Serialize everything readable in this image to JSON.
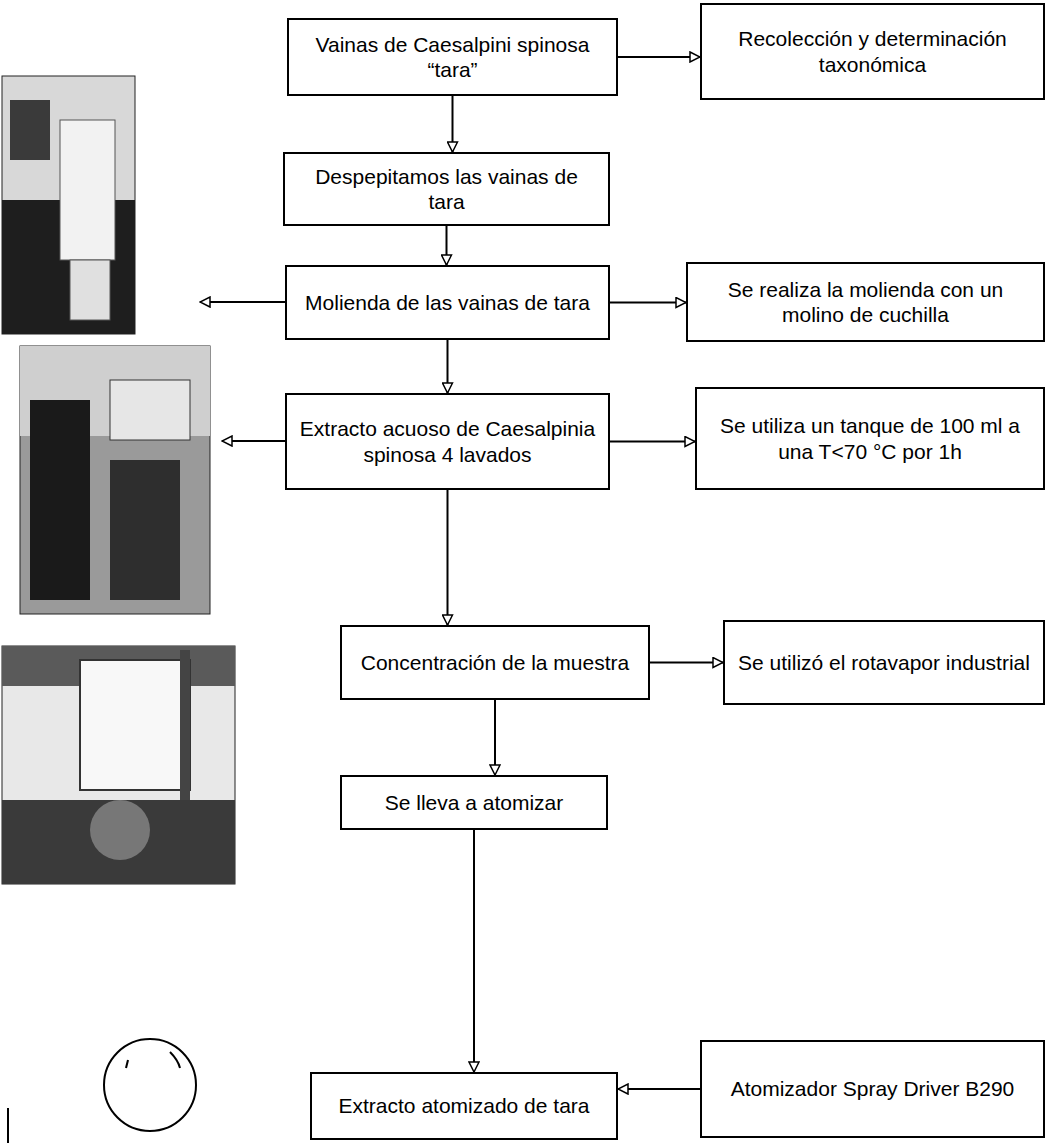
{
  "diagram": {
    "nodes": [
      {
        "text": [
          "Vainas de Caesalpini spinosa “tara”"
        ]
      },
      {
        "text": [
          "Recolección y determinación taxonómica"
        ]
      },
      {
        "text": [
          "Despepitamos las vainas de tara"
        ]
      },
      {
        "text": [
          "Molienda de las vainas de tara"
        ]
      },
      {
        "text": [
          "Se realiza la molienda con un molino de cuchilla"
        ]
      },
      {
        "text": [
          "Extracto acuoso de Caesalpinia spinosa 4 lavados"
        ]
      },
      {
        "text": [
          "Se utiliza un tanque de 100 ml a una T<70 °C por 1h"
        ]
      },
      {
        "text": [
          "Concentración de la muestra"
        ]
      },
      {
        "text": [
          "Se utilizó el rotavapor industrial"
        ]
      },
      {
        "text": [
          "Se lleva a atomizar"
        ]
      },
      {
        "text": [
          "Extracto atomizado de tara"
        ]
      },
      {
        "text": [
          "Atomizador Spray Driver B290"
        ]
      }
    ],
    "edges": [
      {
        "from": 0,
        "to": 1,
        "arrow": "to"
      },
      {
        "from": 0,
        "to": 2,
        "arrow": "to"
      },
      {
        "from": 2,
        "to": 3,
        "arrow": "to"
      },
      {
        "from": 3,
        "to": 4,
        "arrow": "to"
      },
      {
        "from": 3,
        "to": 5,
        "arrow": "to"
      },
      {
        "from": 5,
        "to": 6,
        "arrow": "to"
      },
      {
        "from": 5,
        "to": 7,
        "arrow": "to"
      },
      {
        "from": 7,
        "to": 8,
        "arrow": "to"
      },
      {
        "from": 7,
        "to": 9,
        "arrow": "to"
      },
      {
        "from": 9,
        "to": 10,
        "arrow": "to"
      },
      {
        "from": 11,
        "to": 10,
        "arrow": "to"
      }
    ]
  }
}
